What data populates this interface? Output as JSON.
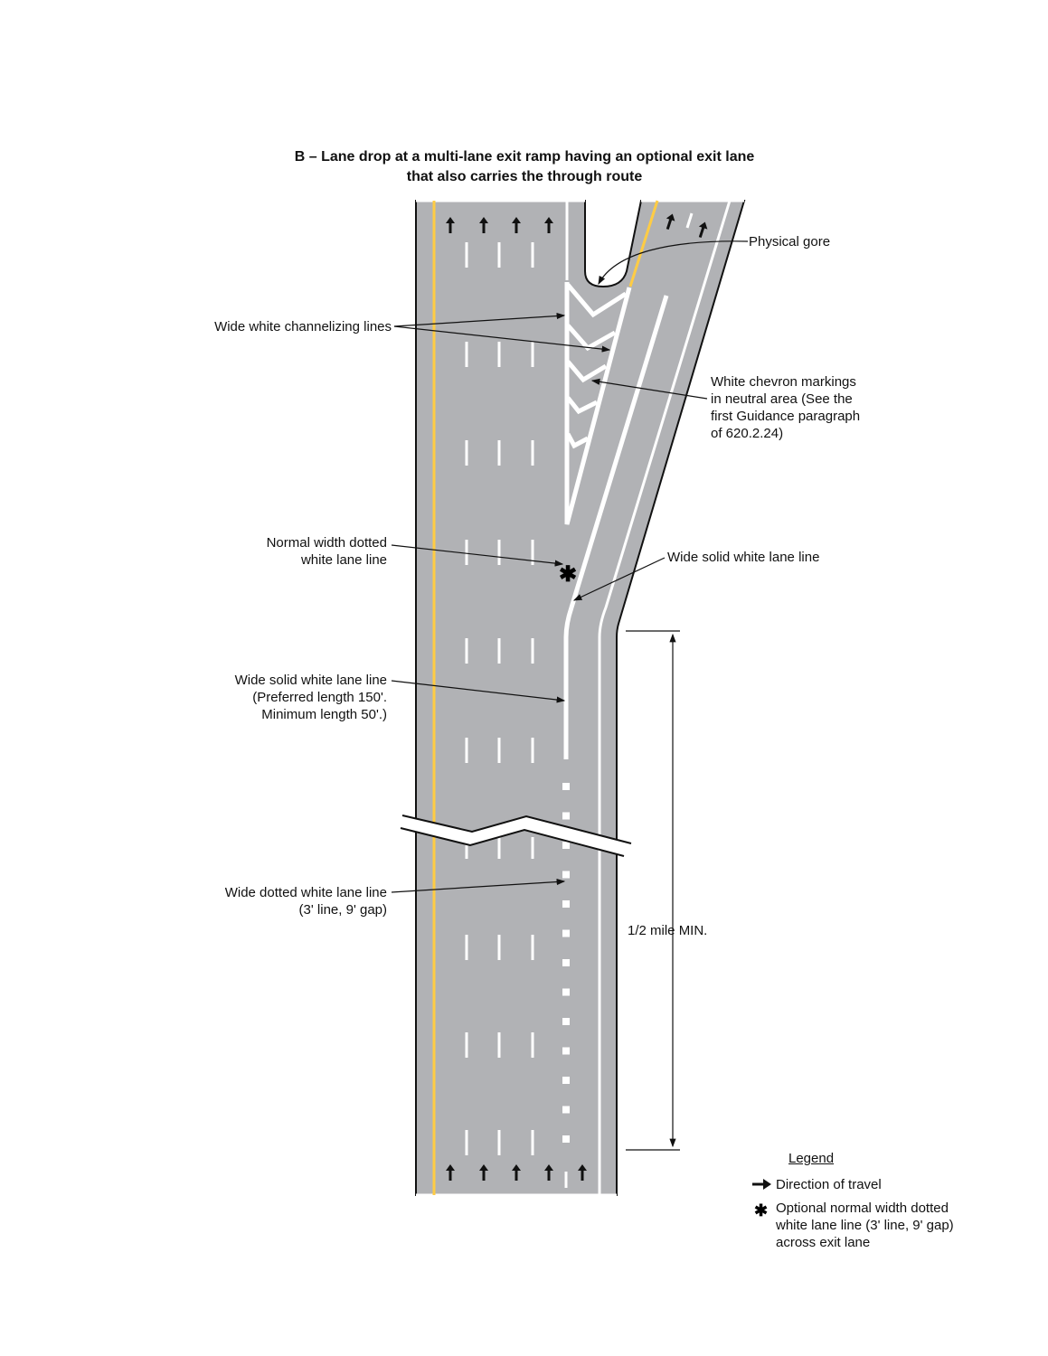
{
  "title": {
    "prefix": "B",
    "line1": " – Lane drop at a multi-lane exit ramp having an optional exit lane",
    "line2": "that also carries the through route"
  },
  "labels": {
    "physical_gore": "Physical gore",
    "channelizing": "Wide white channelizing lines",
    "chevron": [
      "White chevron markings",
      "in neutral area (See the",
      "first Guidance paragraph",
      "of 620.2.24)"
    ],
    "normal_dotted": [
      "Normal width dotted",
      "white lane line"
    ],
    "wide_solid_upper": "Wide solid white lane line",
    "wide_solid_lower": [
      "Wide solid white lane line",
      "(Preferred length 150'.",
      "Minimum length 50'.)"
    ],
    "wide_dotted": [
      "Wide dotted white lane line",
      "(3' line, 9' gap)"
    ],
    "distance": "1/2 mile MIN."
  },
  "legend": {
    "title": "Legend",
    "items": [
      {
        "icon": "arrow-right-icon",
        "text": [
          "Direction of travel"
        ]
      },
      {
        "icon": "asterisk-icon",
        "text": [
          "Optional normal width dotted",
          "white lane line (3' line, 9' gap)",
          "across exit lane"
        ]
      }
    ]
  },
  "colors": {
    "pavement": "#b1b2b5",
    "yellow": "#ffcc44",
    "white": "#ffffff",
    "ink": "#111111"
  }
}
